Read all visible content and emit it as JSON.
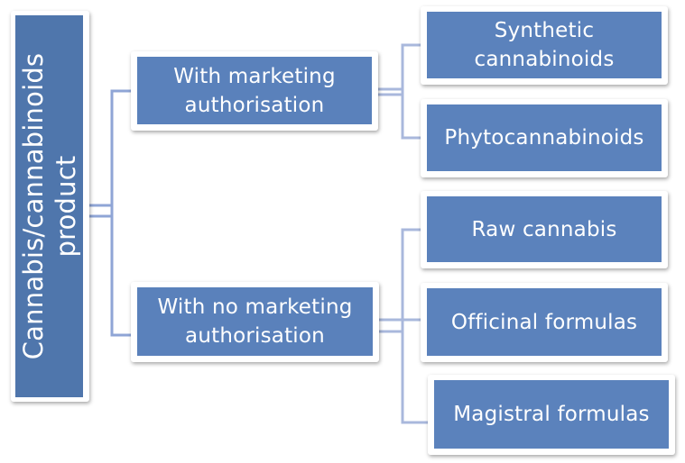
{
  "diagram": {
    "type": "hierarchy",
    "root": {
      "label_line1": "Cannabis/cannabinoids",
      "label_line2": "product"
    },
    "branches": [
      {
        "label_line1": "With marketing",
        "label_line2": "authorisation",
        "children": [
          {
            "label_line1": "Synthetic",
            "label_line2": "cannabinoids"
          },
          {
            "label_line1": "Phytocannabinoids",
            "label_line2": ""
          }
        ]
      },
      {
        "label_line1": "With no marketing",
        "label_line2": "authorisation",
        "children": [
          {
            "label_line1": "Raw cannabis",
            "label_line2": ""
          },
          {
            "label_line1": "Officinal formulas",
            "label_line2": ""
          },
          {
            "label_line1": "Magistral formulas",
            "label_line2": ""
          }
        ]
      }
    ],
    "colors": {
      "box_fill": "#5b82bc",
      "root_fill": "#4f76ac",
      "connector": "#8fa5d6",
      "text": "#ffffff"
    }
  }
}
